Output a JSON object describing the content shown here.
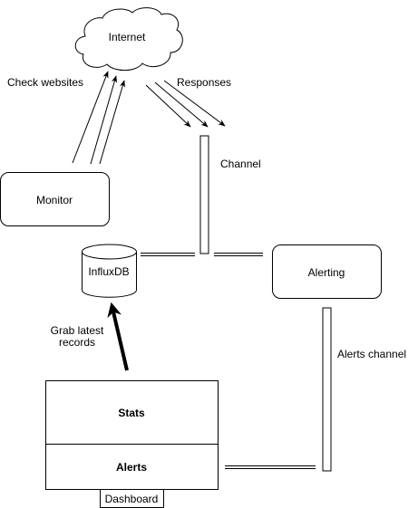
{
  "nodes": {
    "internet": "Internet",
    "monitor": "Monitor",
    "influxdb": "InfluxDB",
    "alerting": "Alerting",
    "stats": "Stats",
    "alerts": "Alerts",
    "dashboard": "Dashboard"
  },
  "labels": {
    "check_websites": "Check websites",
    "responses": "Responses",
    "channel": "Channel",
    "alerts_channel": "Alerts channel",
    "grab_latest_line1": "Grab latest",
    "grab_latest_line2": "records"
  }
}
